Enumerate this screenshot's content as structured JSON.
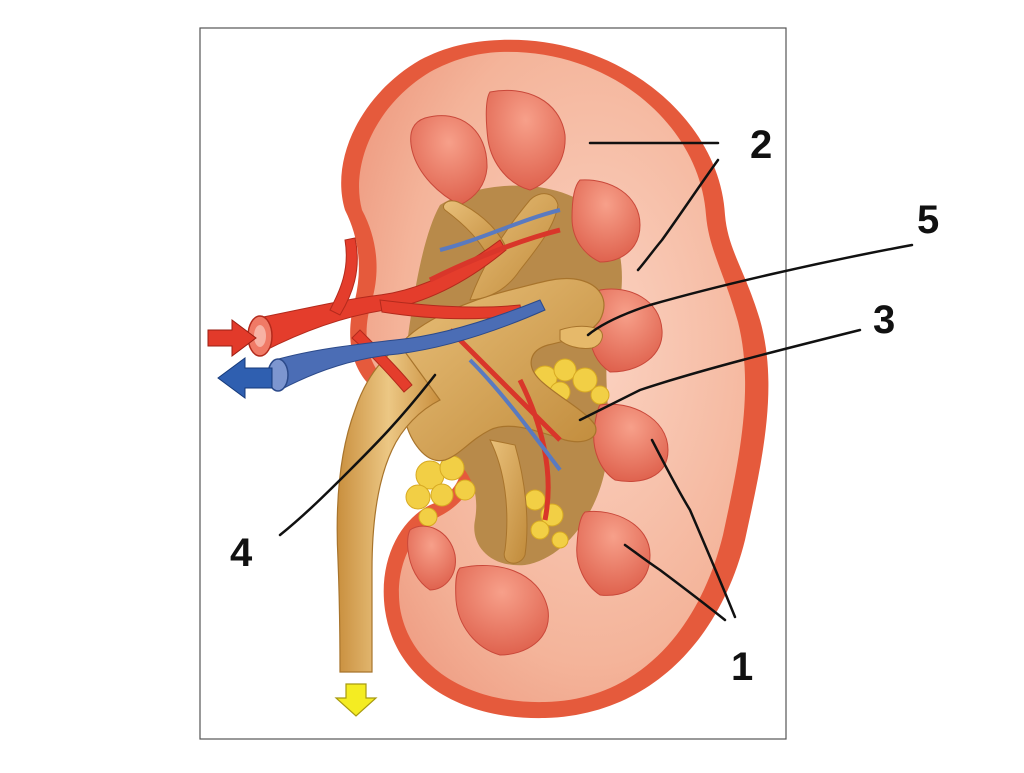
{
  "labels": {
    "one": "1",
    "two": "2",
    "three": "3",
    "four": "4",
    "five": "5"
  },
  "colors": {
    "cortex": "#f4b49a",
    "pyramid": "#e8705c",
    "capsule": "#e55a3c",
    "pelvis": "#d9a24e",
    "artery": "#e43d2c",
    "vein": "#4b6db5",
    "fat": "#f2cf45",
    "arrow_in": "#e23a2a",
    "arrow_out": "#2f5fb0",
    "arrow_urine": "#f4ec22"
  }
}
